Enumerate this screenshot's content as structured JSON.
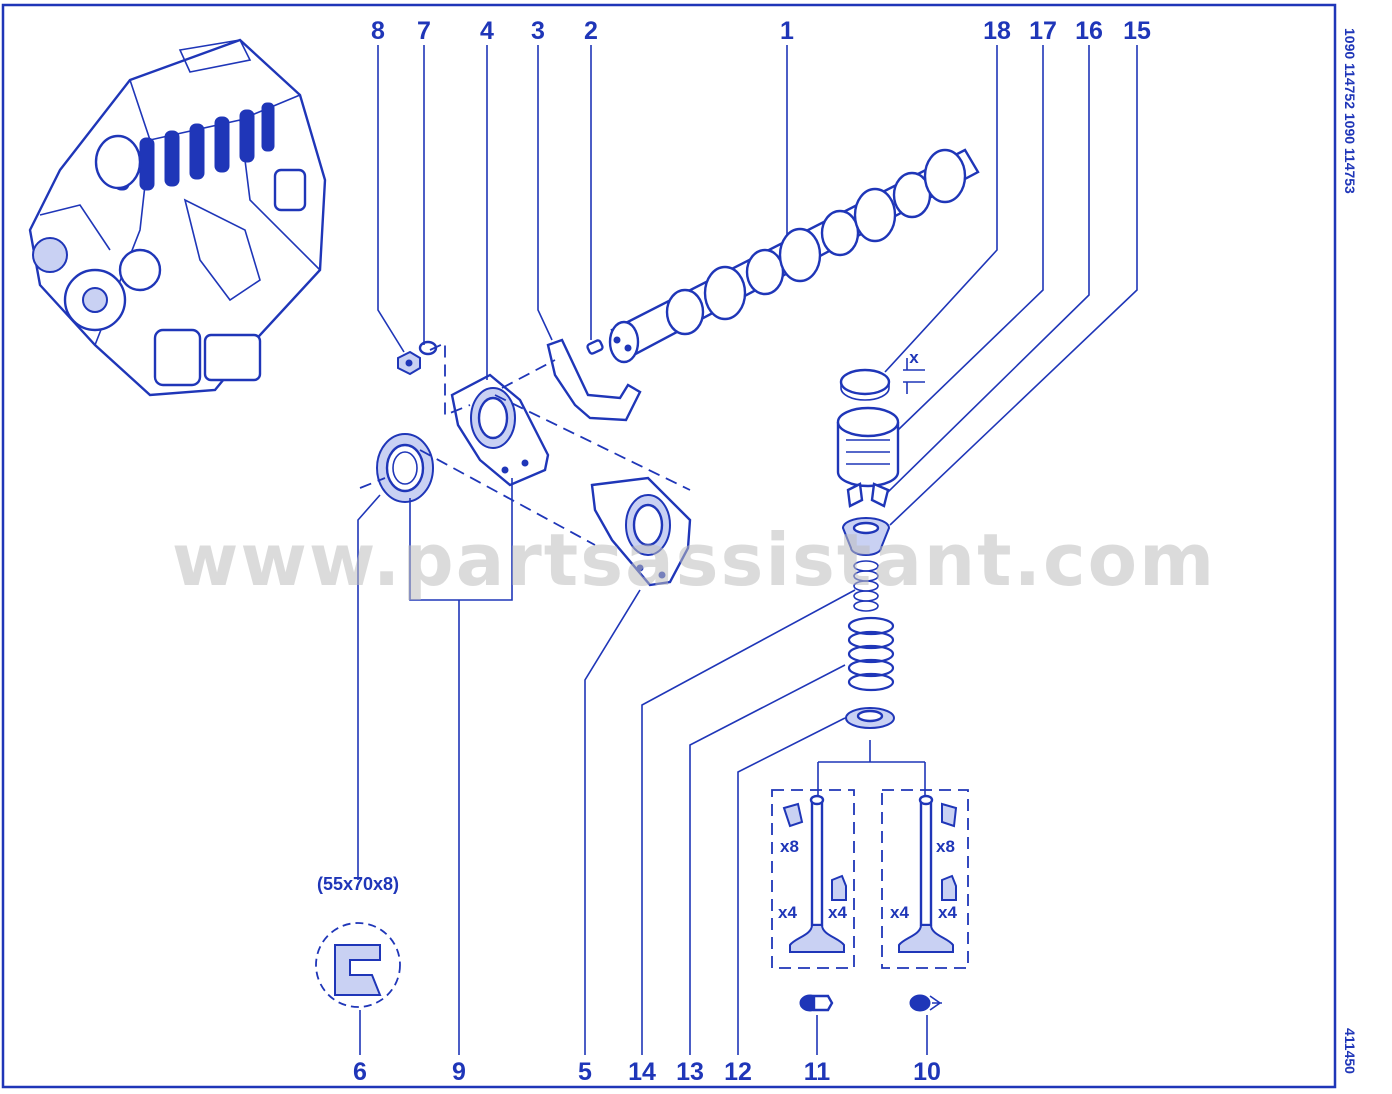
{
  "diagram": {
    "callouts": [
      {
        "id": "c1",
        "label": "1"
      },
      {
        "id": "c2",
        "label": "2"
      },
      {
        "id": "c3",
        "label": "3"
      },
      {
        "id": "c4",
        "label": "4"
      },
      {
        "id": "c5",
        "label": "5"
      },
      {
        "id": "c6",
        "label": "6"
      },
      {
        "id": "c7",
        "label": "7"
      },
      {
        "id": "c8",
        "label": "8"
      },
      {
        "id": "c9",
        "label": "9"
      },
      {
        "id": "c10",
        "label": "10"
      },
      {
        "id": "c11",
        "label": "11"
      },
      {
        "id": "c12",
        "label": "12"
      },
      {
        "id": "c13",
        "label": "13"
      },
      {
        "id": "c14",
        "label": "14"
      },
      {
        "id": "c15",
        "label": "15"
      },
      {
        "id": "c16",
        "label": "16"
      },
      {
        "id": "c17",
        "label": "17"
      },
      {
        "id": "c18",
        "label": "18"
      }
    ],
    "seal_dimension": "(55x70x8)",
    "clearance_label": "x",
    "quantity_labels": {
      "left_keepers": "x8",
      "left_valves": "x4",
      "left_seals": "x4",
      "right_keepers": "x8",
      "right_valves": "x4",
      "right_seals": "x4"
    },
    "side_codes": {
      "top": "1090 114752 1090 114753",
      "bottom": "411450"
    },
    "watermark": "www.partsassistant.com",
    "colors": {
      "ink": "#1f36b8",
      "tint": "#c9d1f3",
      "watermark": "#bdbdbd"
    }
  }
}
